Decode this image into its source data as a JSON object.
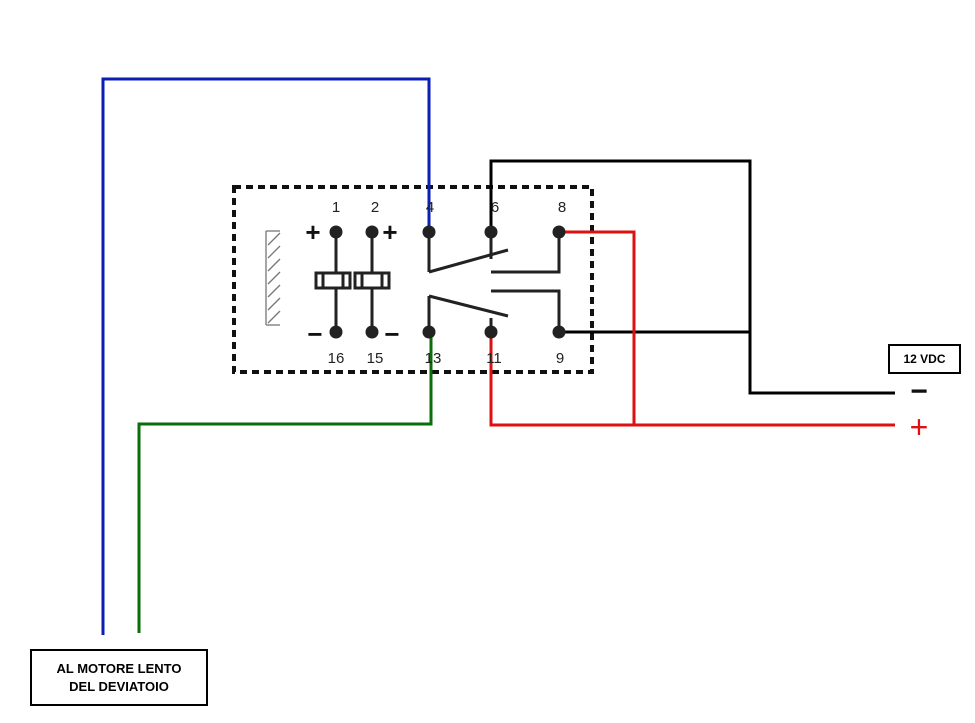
{
  "relay": {
    "pins_top": [
      "1",
      "2",
      "4",
      "6",
      "8"
    ],
    "pins_bottom": [
      "16",
      "15",
      "13",
      "11",
      "9"
    ],
    "plus_sign": "+",
    "minus_sign": "−"
  },
  "power": {
    "label": "12 VDC",
    "minus": "−",
    "plus": "+"
  },
  "motor": {
    "line1": "AL MOTORE LENTO",
    "line2": "DEL DEVIATOIO"
  },
  "colors": {
    "blue_wire": "#0a1eb4",
    "green_wire": "#0a6e0a",
    "red_wire": "#dd1111",
    "black_wire": "#000000",
    "symbol": "#222222"
  }
}
